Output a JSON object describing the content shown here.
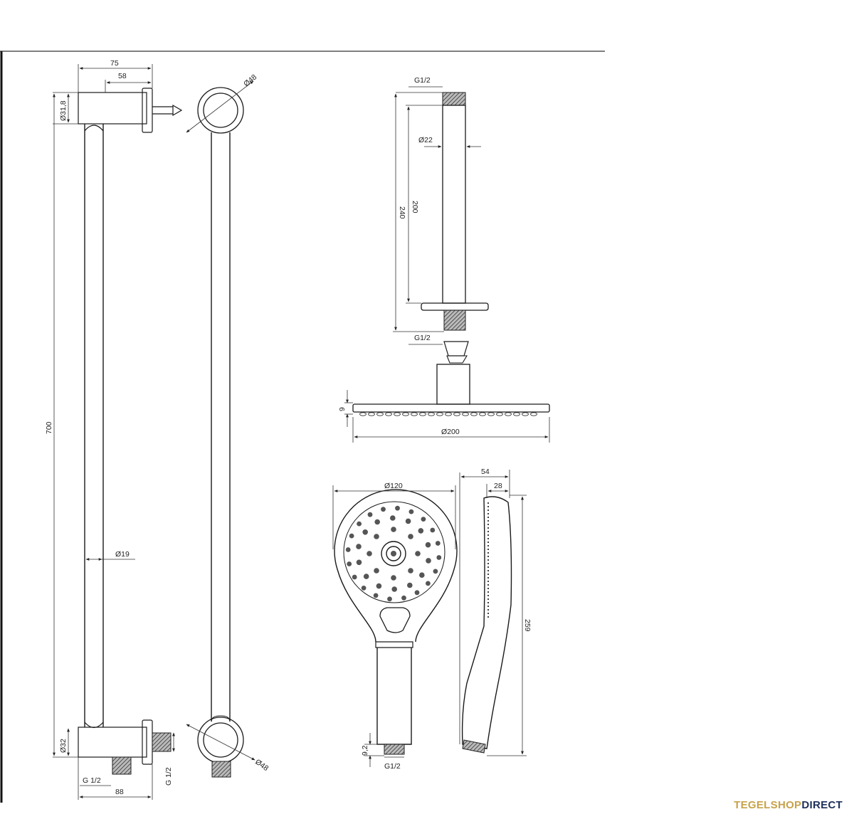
{
  "rail": {
    "dim_75": "75",
    "dim_58": "58",
    "dim_d31_8": "Ø31,8",
    "dim_700": "700",
    "dim_d19": "Ø19",
    "dim_d32": "Ø32",
    "dim_g12_left": "G 1/2",
    "dim_88": "88",
    "dim_g12_right": "G 1/2",
    "dim_d48_top": "Ø48",
    "dim_d48_bottom": "Ø48"
  },
  "ceiling_arm": {
    "dim_g12_top": "G1/2",
    "dim_d22": "Ø22",
    "dim_200": "200",
    "dim_240": "240",
    "dim_g12_bottom": "G1/2"
  },
  "head_shower": {
    "dim_9": "9",
    "dim_d200": "Ø200"
  },
  "hand_shower": {
    "dim_d120": "Ø120",
    "dim_54": "54",
    "dim_28": "28",
    "dim_259": "259",
    "dim_9_2": "9,2",
    "dim_g12": "G1/2"
  },
  "brand": {
    "part1": "TEGELSHOP",
    "part2": "DIRECT",
    "colors": {
      "gold": "#c8a24a",
      "navy": "#1d2f5a"
    }
  }
}
